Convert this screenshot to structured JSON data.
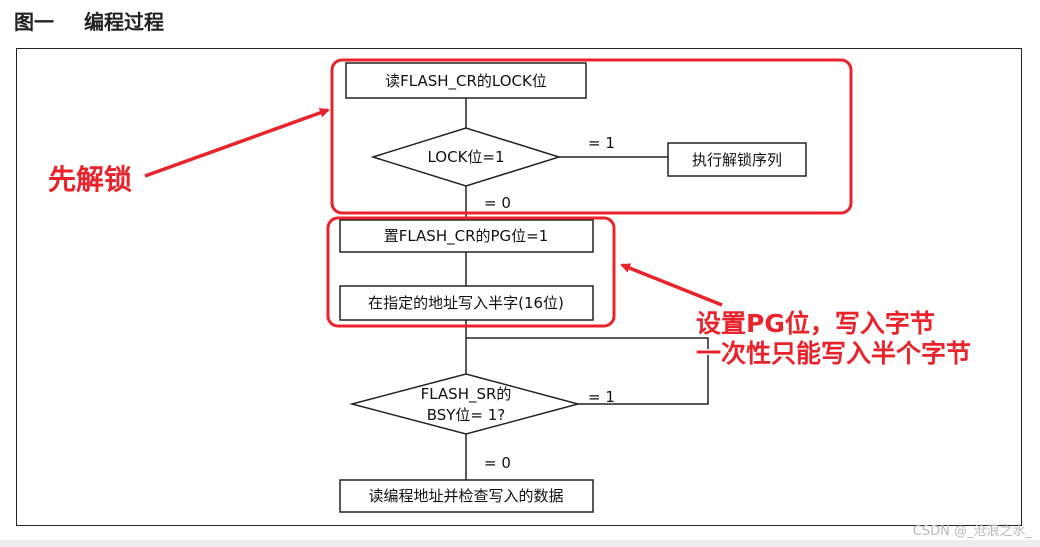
{
  "figure": {
    "number": "图一",
    "title": "编程过程"
  },
  "nodes": {
    "read_lock": "读FLASH_CR的LOCK位",
    "lock_decision": "LOCK位=1",
    "unlock_seq": "执行解锁序列",
    "set_pg": "置FLASH_CR的PG位=1",
    "write_halfword": "在指定的地址写入半字(16位)",
    "bsy_decision_line1": "FLASH_SR的",
    "bsy_decision_line2": "BSY位= 1?",
    "verify": "读编程地址并检查写入的数据"
  },
  "edges": {
    "lock_yes": "= 1",
    "lock_no": "= 0",
    "bsy_yes": "= 1",
    "bsy_no": "= 0"
  },
  "annotations": {
    "unlock_note": "先解锁",
    "pg_note_line1": "设置PG位，写入字节",
    "pg_note_line2": "一次性只能写入半个字节",
    "color": "#e8232b"
  },
  "watermark": "CSDN @_沧浪之水_"
}
